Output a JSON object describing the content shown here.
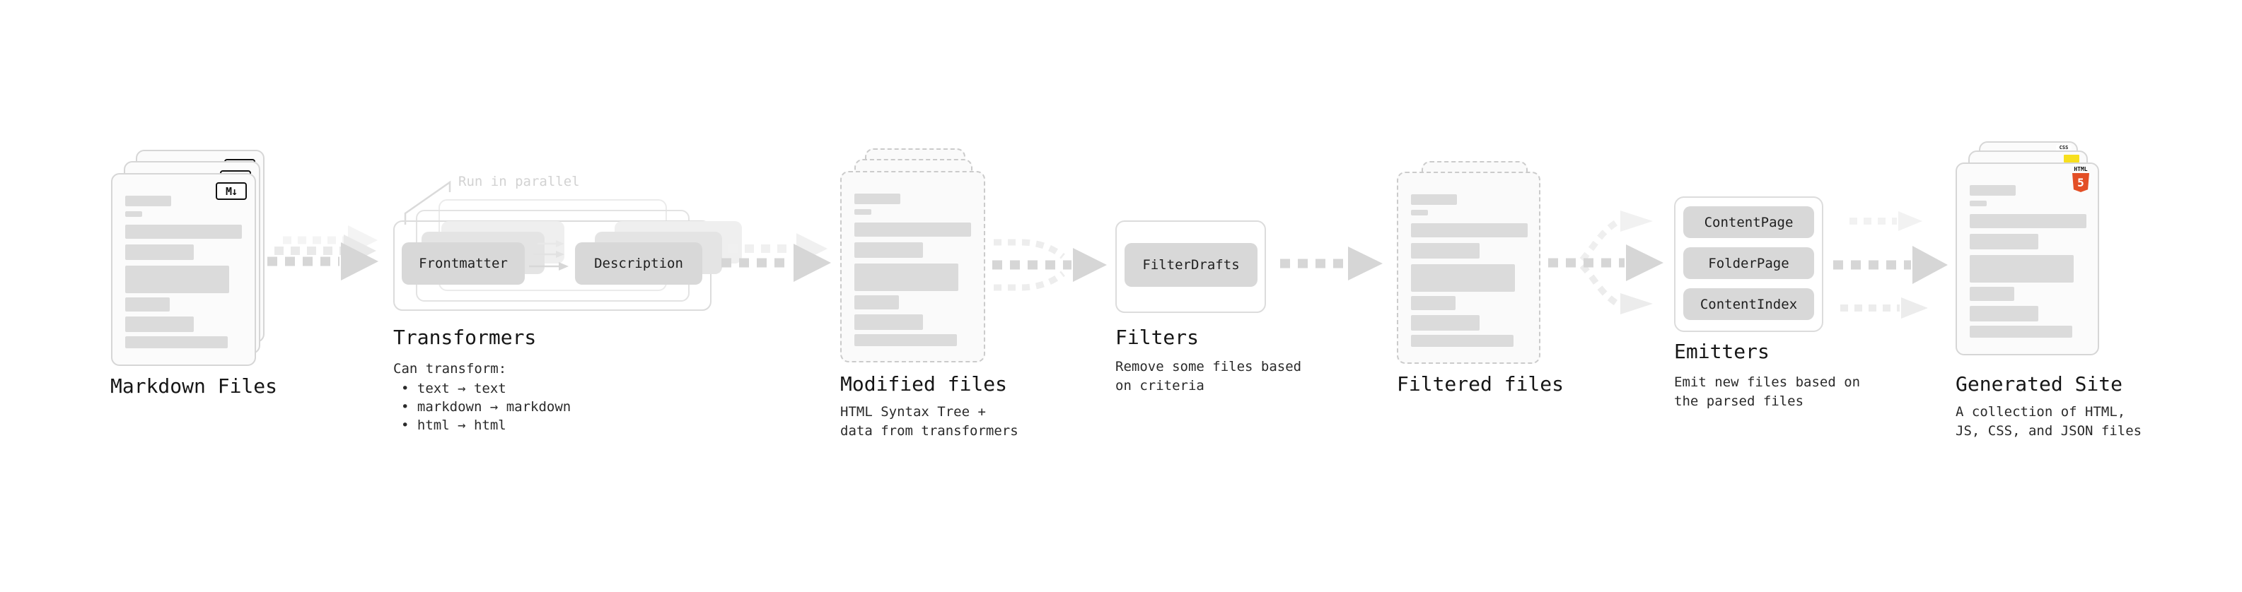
{
  "stages": {
    "markdown_files": {
      "title": "Markdown Files",
      "icon_label": "M↓"
    },
    "transformers": {
      "title": "Transformers",
      "annotation": "Run in parallel",
      "pill_a": "Frontmatter",
      "pill_b": "Description",
      "caption": "Can transform:",
      "bullets": [
        "• text → text",
        "• markdown → markdown",
        "• html → html"
      ]
    },
    "modified_files": {
      "title": "Modified files",
      "subtitle": "HTML Syntax Tree +\ndata from transformers"
    },
    "filters": {
      "title": "Filters",
      "pill": "FilterDrafts",
      "subtitle": "Remove some files based\non criteria"
    },
    "filtered_files": {
      "title": "Filtered files"
    },
    "emitters": {
      "title": "Emitters",
      "pills": [
        "ContentPage",
        "FolderPage",
        "ContentIndex"
      ],
      "subtitle": "Emit new files based on\nthe parsed files"
    },
    "generated_site": {
      "title": "Generated Site",
      "subtitle": "A collection of HTML,\nJS, CSS, and JSON files",
      "badges": {
        "css": "CSS",
        "html": "HTML",
        "html5_number": "5"
      }
    }
  },
  "colors": {
    "arrow_main": "#d6d6d6",
    "arrow_light": "#ececec",
    "pill_fill": "#d8d8d8",
    "card_fill": "#fbfbfb",
    "html5_orange": "#e34f26",
    "js_yellow": "#f7df1e",
    "css_blue": "#2965f1"
  }
}
